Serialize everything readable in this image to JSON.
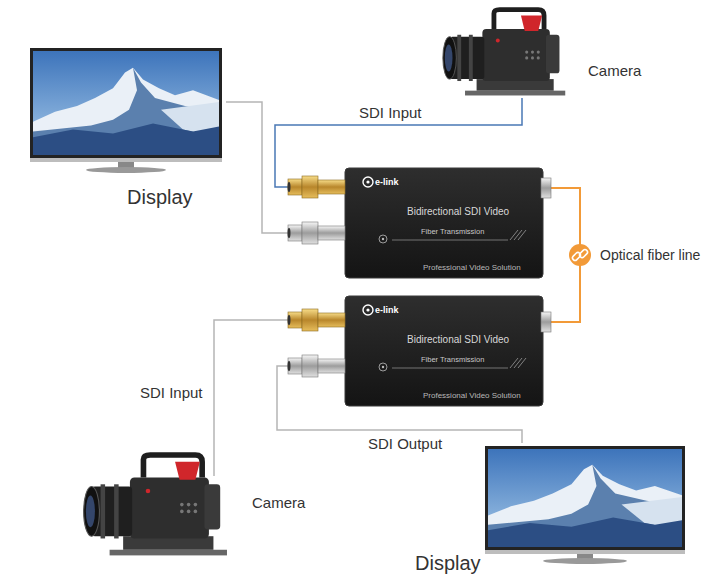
{
  "diagram": {
    "nodes": [
      {
        "text": [
          "Display"
        ]
      },
      {
        "text": [
          "Camera"
        ]
      },
      {
        "text": [
          "e-link",
          "Bidirectional SDI Video",
          "Fiber Transmission",
          "Professional Video Solution"
        ]
      },
      {
        "text": [
          "e-link",
          "Bidirectional SDI Video",
          "Fiber Transmission",
          "Professional Video Solution"
        ]
      },
      {
        "text": [
          "Camera"
        ]
      },
      {
        "text": [
          "Display"
        ]
      }
    ],
    "edges": [
      {
        "from": 1,
        "to": 2,
        "label": "SDI Input",
        "arrow": "none"
      },
      {
        "from": 2,
        "to": 0,
        "arrow": "none"
      },
      {
        "from": 2,
        "to": 3,
        "label": "Optical fiber line",
        "arrow": "none"
      },
      {
        "from": 4,
        "to": 3,
        "label": "SDI Input",
        "arrow": "none"
      },
      {
        "from": 3,
        "to": 5,
        "label": "SDI Output",
        "arrow": "none"
      }
    ]
  }
}
